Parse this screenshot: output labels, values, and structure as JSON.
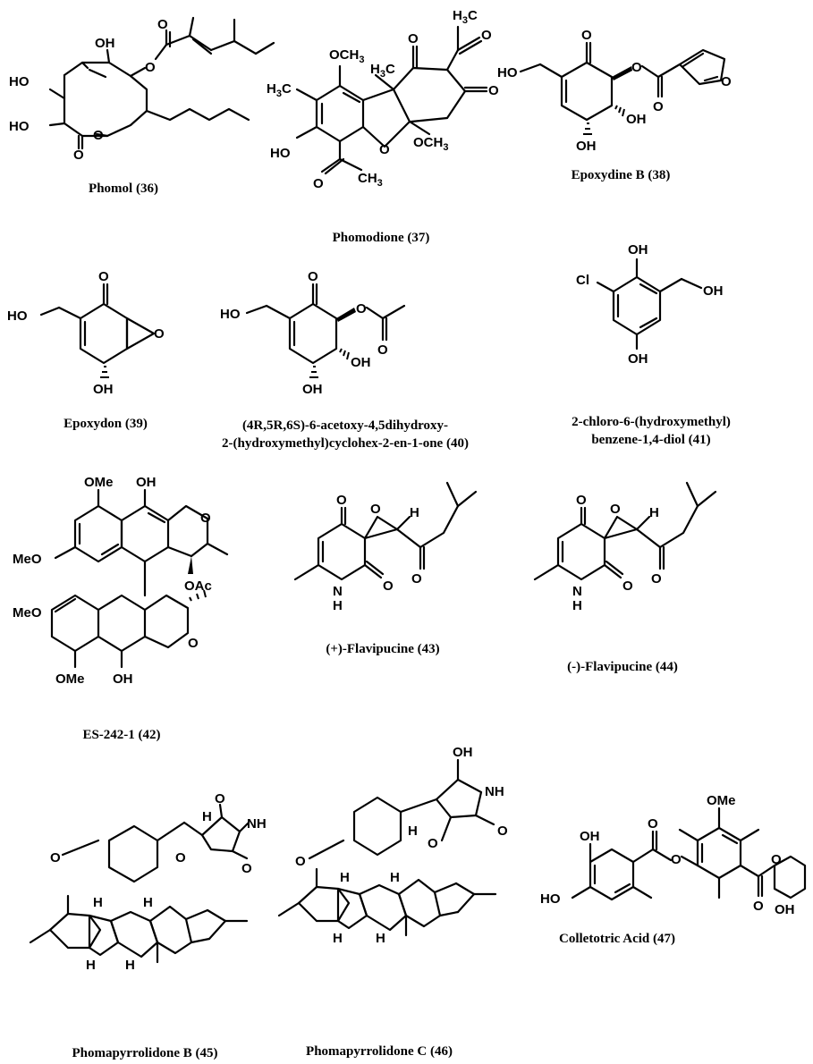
{
  "captions": {
    "c36": "Phomol (36)",
    "c37": "Phomodione (37)",
    "c38": "Epoxydine B (38)",
    "c39": "Epoxydon (39)",
    "c40_line1": "(4R,5R,6S)-6-acetoxy-4,5dihydroxy-",
    "c40_line2": "2-(hydroxymethyl)cyclohex-2-en-1-one (40)",
    "c41_line1": "2-chloro-6-(hydroxymethyl)",
    "c41_line2": "benzene-1,4-diol (41)",
    "c42": "ES-242-1 (42)",
    "c43": "(+)-Flavipucine (43)",
    "c44": "(-)-Flavipucine (44)",
    "c45": "Phomapyrrolidone B (45)",
    "c46": "Phomapyrrolidone C (46)",
    "c47": "Colletotric Acid (47)"
  },
  "labels": {
    "HO": "HO",
    "OH": "OH",
    "O": "O",
    "H": "H",
    "OMe": "OMe",
    "MeO": "MeO",
    "OAc": "OAc",
    "Cl": "Cl",
    "NH": "NH",
    "N": "N",
    "OCH": "OCH",
    "HC": "H",
    "sub3": "3",
    "CH": "CH",
    "C": "C"
  }
}
